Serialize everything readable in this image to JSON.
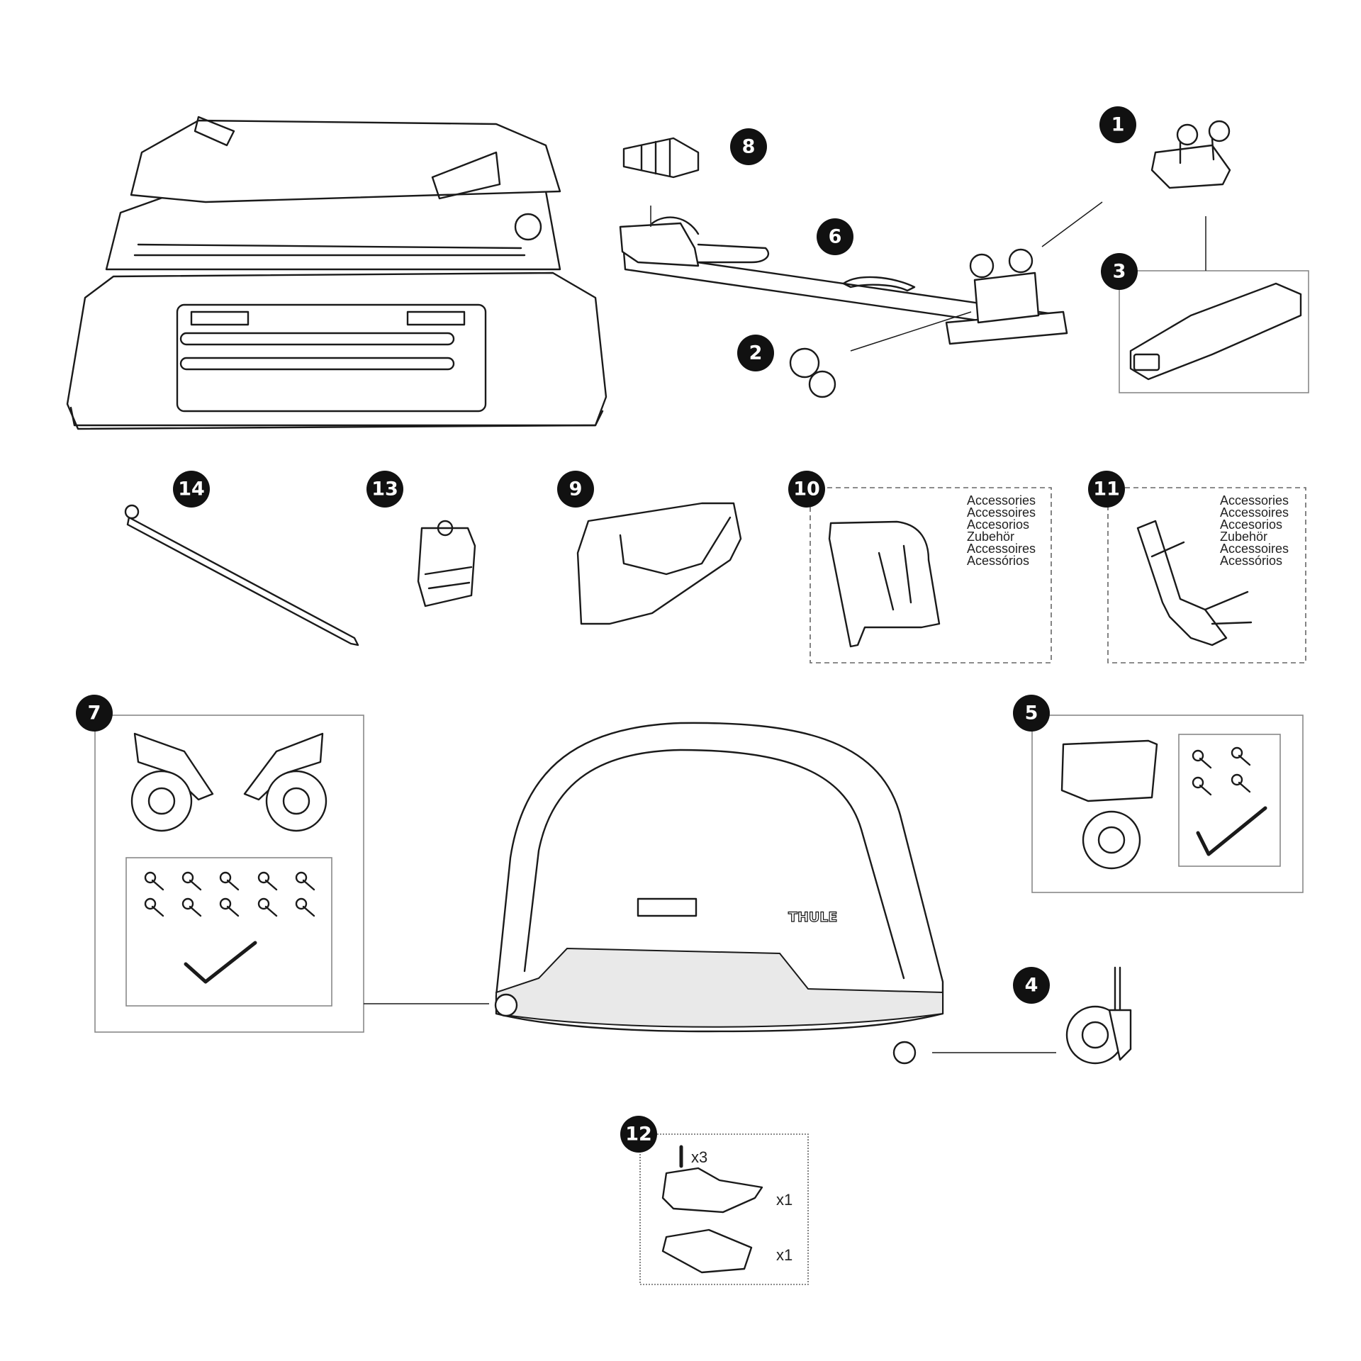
{
  "diagram": {
    "callouts": [
      "1",
      "2",
      "3",
      "4",
      "5",
      "6",
      "7",
      "8",
      "9",
      "10",
      "11",
      "12",
      "13",
      "14"
    ],
    "accessories_labels": [
      "Accessories",
      "Accessoires",
      "Accesorios",
      "Zubehör",
      "Accessoires",
      "Acessórios"
    ],
    "part12_quantities": {
      "screw": "x3",
      "cover": "x1",
      "base": "x1"
    },
    "brand_logo": "THULE"
  }
}
